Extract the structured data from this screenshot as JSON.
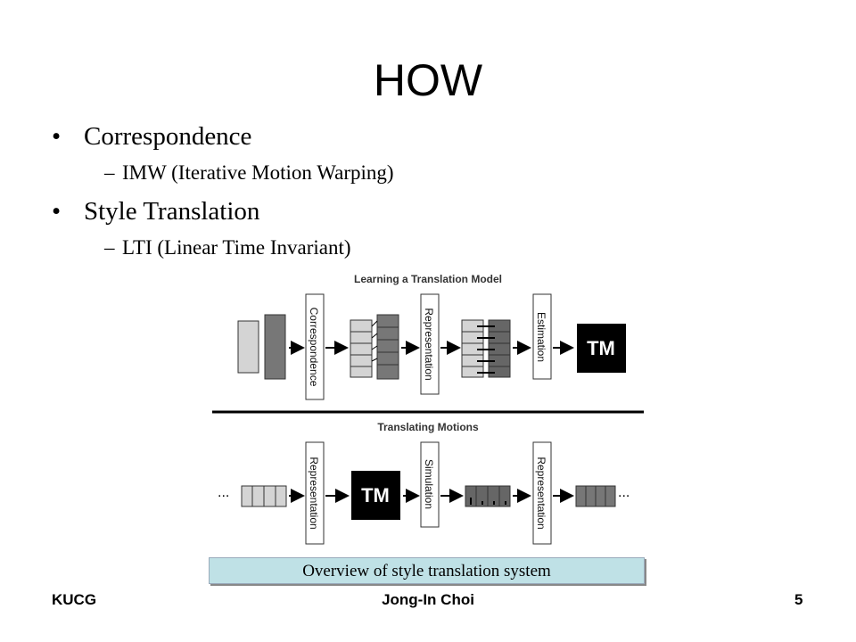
{
  "slide": {
    "title": "HOW",
    "bullets": [
      {
        "text": "Correspondence",
        "sub": "IMW (Iterative Motion Warping)"
      },
      {
        "text": "Style Translation",
        "sub": "LTI (Linear Time Invariant)"
      }
    ]
  },
  "diagram": {
    "top_title": "Learning a Translation Model",
    "bottom_title": "Translating Motions",
    "top_labels": [
      "Correspondence",
      "Representation",
      "Estimation"
    ],
    "bottom_labels": [
      "Representation",
      "Simulation",
      "Representation"
    ],
    "tm_label": "TM",
    "ellipsis": "..."
  },
  "caption": "Overview of style translation system",
  "footer": {
    "left": "KUCG",
    "center": "Jong-In Choi",
    "right": "5"
  }
}
